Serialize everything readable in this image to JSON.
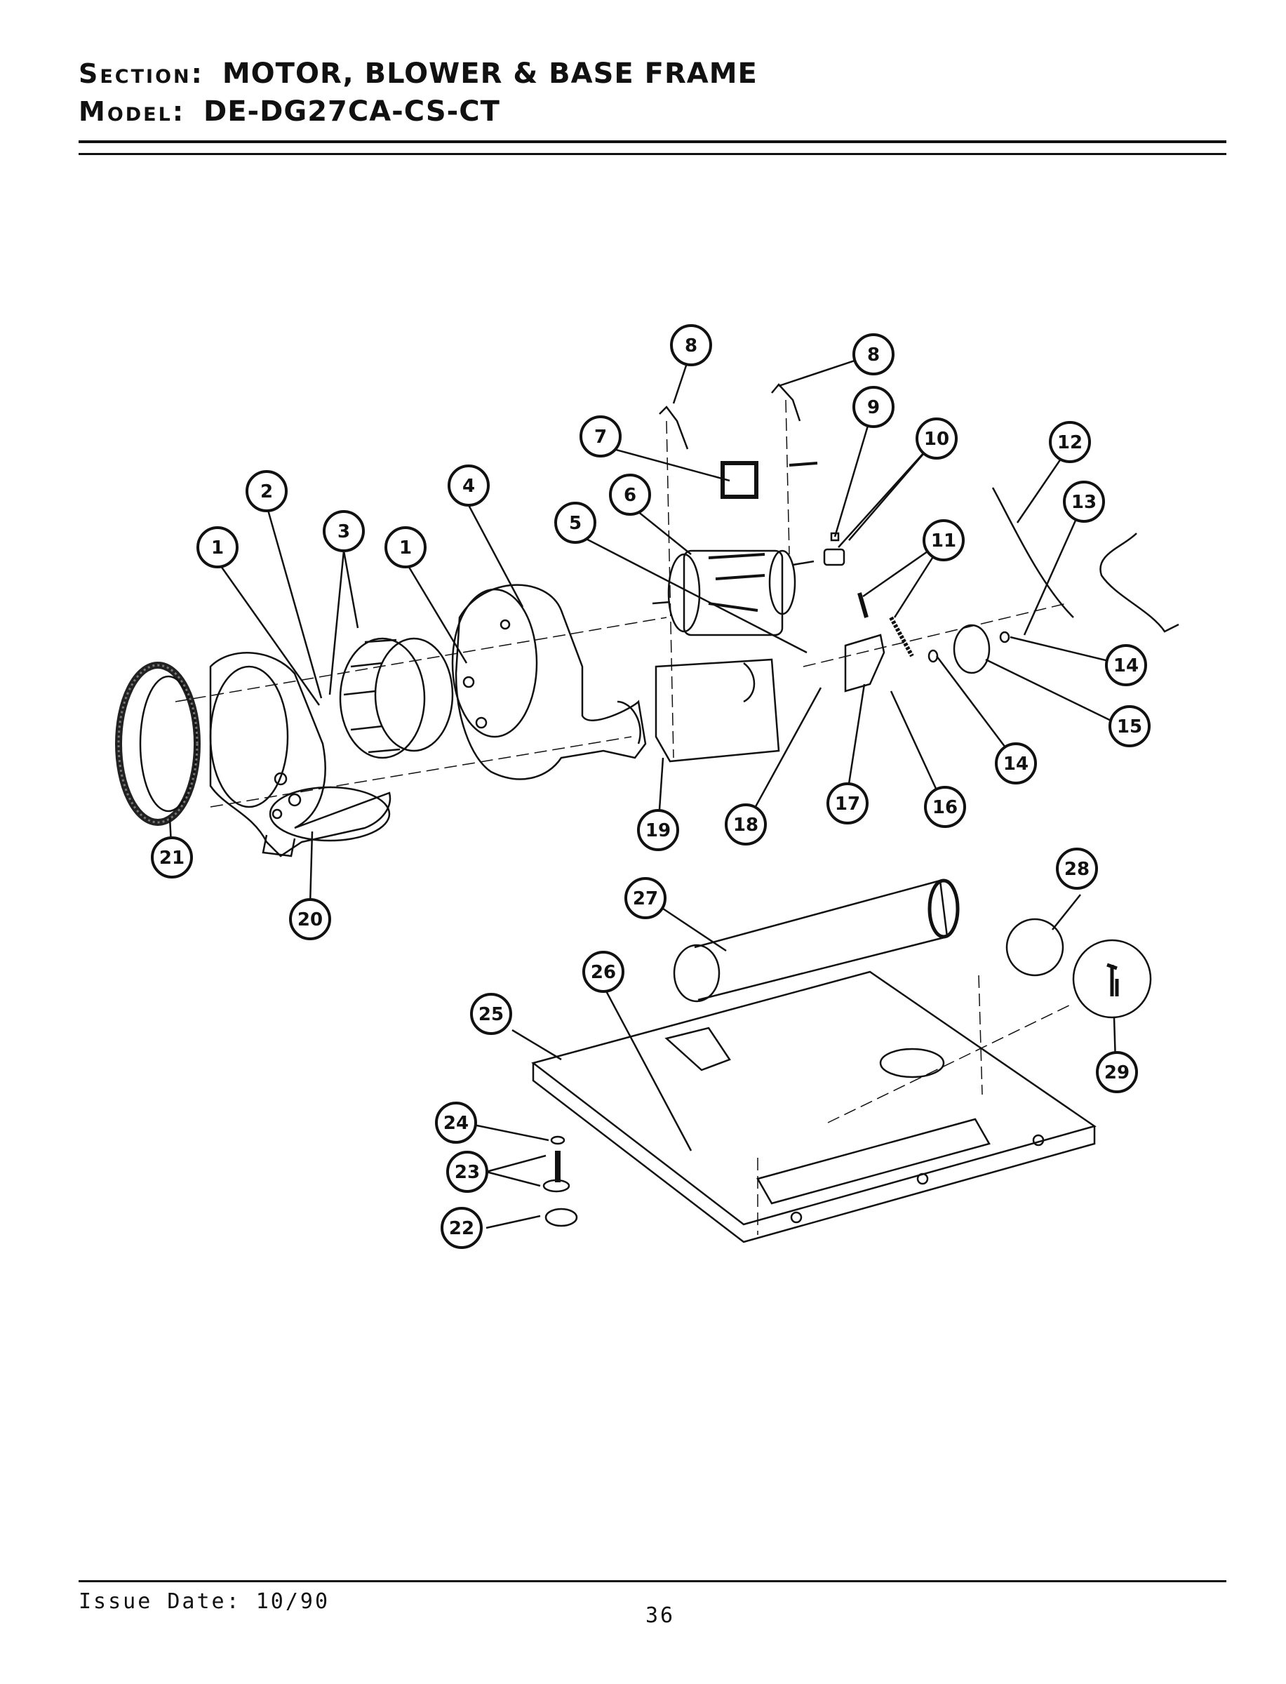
{
  "header": {
    "section_label": "Section:",
    "section_title": "MOTOR, BLOWER & BASE FRAME",
    "model_label": "Model:",
    "model_number": "DE-DG27CA-CS-CT"
  },
  "callouts": [
    "1",
    "2",
    "3",
    "1",
    "4",
    "5",
    "6",
    "7",
    "8",
    "8",
    "9",
    "10",
    "11",
    "12",
    "13",
    "14",
    "15",
    "14",
    "16",
    "17",
    "18",
    "19",
    "20",
    "21",
    "22",
    "23",
    "24",
    "25",
    "26",
    "27",
    "28",
    "29"
  ],
  "footer": {
    "issue_date": "Issue Date: 10/90",
    "page_number": "36"
  }
}
